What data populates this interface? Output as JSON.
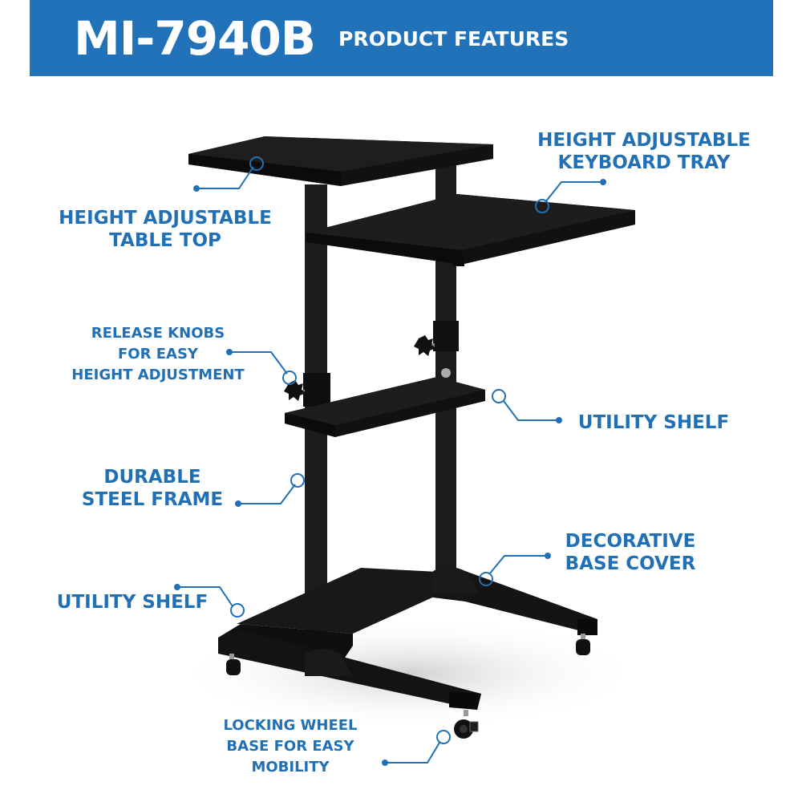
{
  "header": {
    "model": "MI-7940B",
    "subtitle": "PRODUCT FEATURES",
    "bg_color": "#2272b9"
  },
  "accent_color": "#2170b5",
  "callouts": [
    {
      "id": "table-top",
      "lines": [
        "HEIGHT ADJUSTABLE",
        "TABLE TOP"
      ]
    },
    {
      "id": "keyboard-tray",
      "lines": [
        "HEIGHT ADJUSTABLE",
        "KEYBOARD TRAY"
      ]
    },
    {
      "id": "release-knobs",
      "lines": [
        "RELEASE KNOBS",
        "FOR EASY",
        "HEIGHT ADJUSTMENT"
      ]
    },
    {
      "id": "utility-shelf-upper",
      "lines": [
        "UTILITY SHELF"
      ]
    },
    {
      "id": "steel-frame",
      "lines": [
        "DURABLE",
        "STEEL FRAME"
      ]
    },
    {
      "id": "base-cover",
      "lines": [
        "DECORATIVE",
        "BASE COVER"
      ]
    },
    {
      "id": "utility-shelf-lower",
      "lines": [
        "UTILITY SHELF"
      ]
    },
    {
      "id": "locking-wheel",
      "lines": [
        "LOCKING WHEEL",
        "BASE FOR EASY",
        "MOBILITY"
      ]
    }
  ]
}
